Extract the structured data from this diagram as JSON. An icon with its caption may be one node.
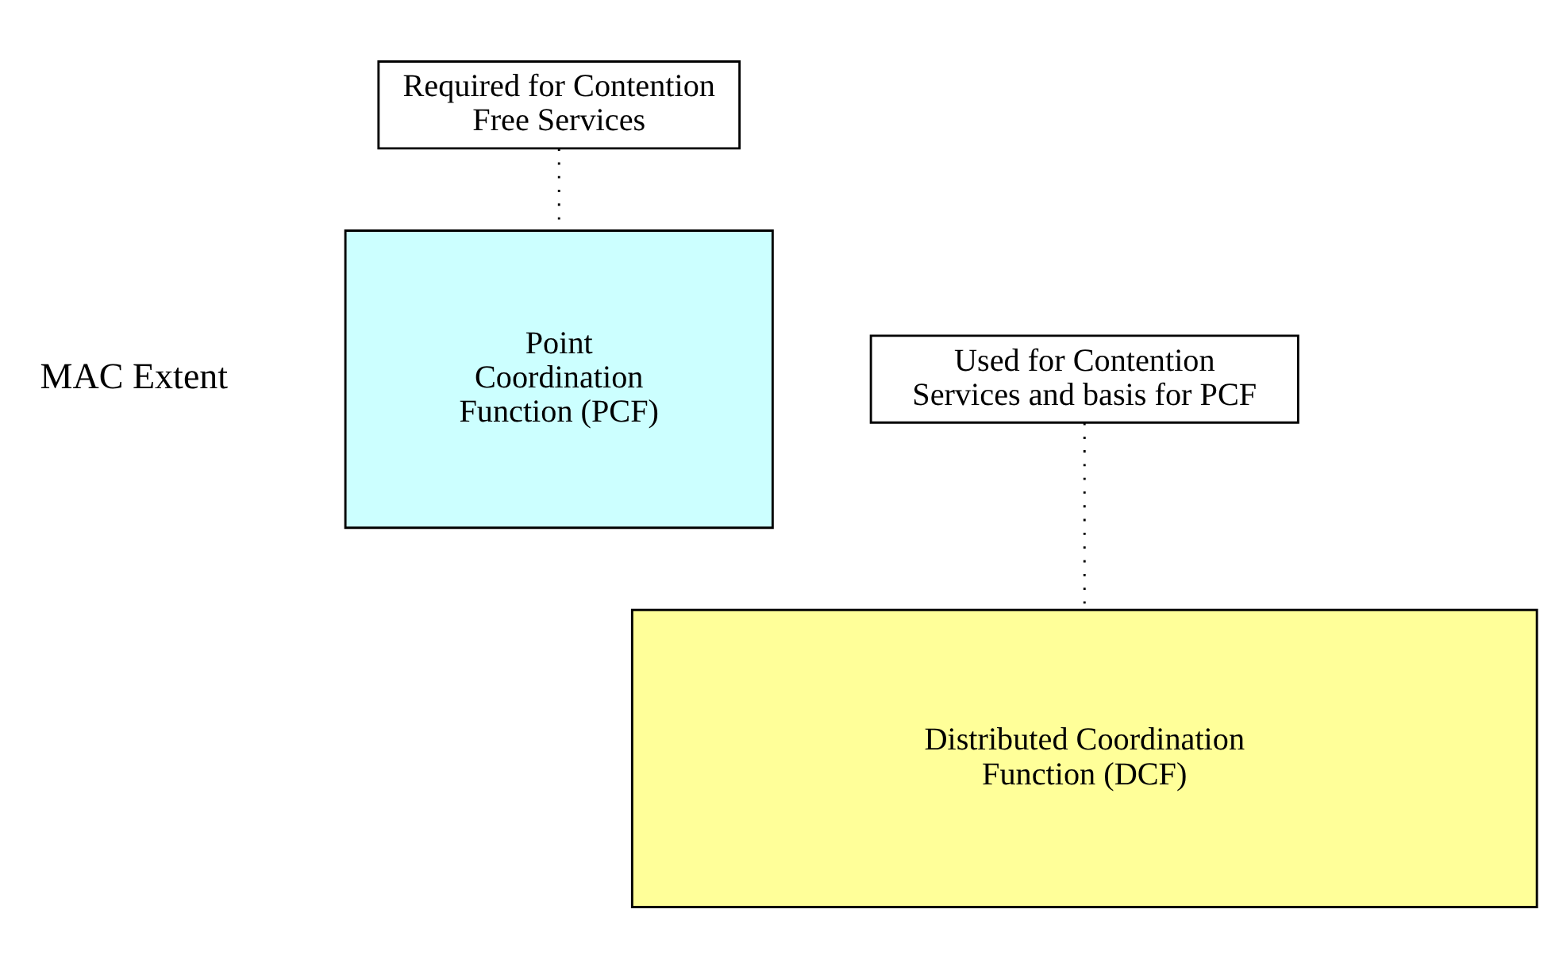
{
  "diagram": {
    "nodes": [
      {
        "text": [
          "Required for Contention Free Services"
        ]
      },
      {
        "text": [
          "Point Coordination Function (PCF)"
        ]
      },
      {
        "text": [
          "Used for Contention Services and basis for PCF"
        ]
      },
      {
        "text": [
          "Distributed Coordination Function (DCF)"
        ]
      }
    ],
    "edges": [
      {
        "from": 0,
        "to": 1,
        "arrow": "none",
        "style": "dashed"
      },
      {
        "from": 2,
        "to": 3,
        "arrow": "none",
        "style": "dashed"
      }
    ],
    "labels": [
      "MAC Extent"
    ]
  }
}
